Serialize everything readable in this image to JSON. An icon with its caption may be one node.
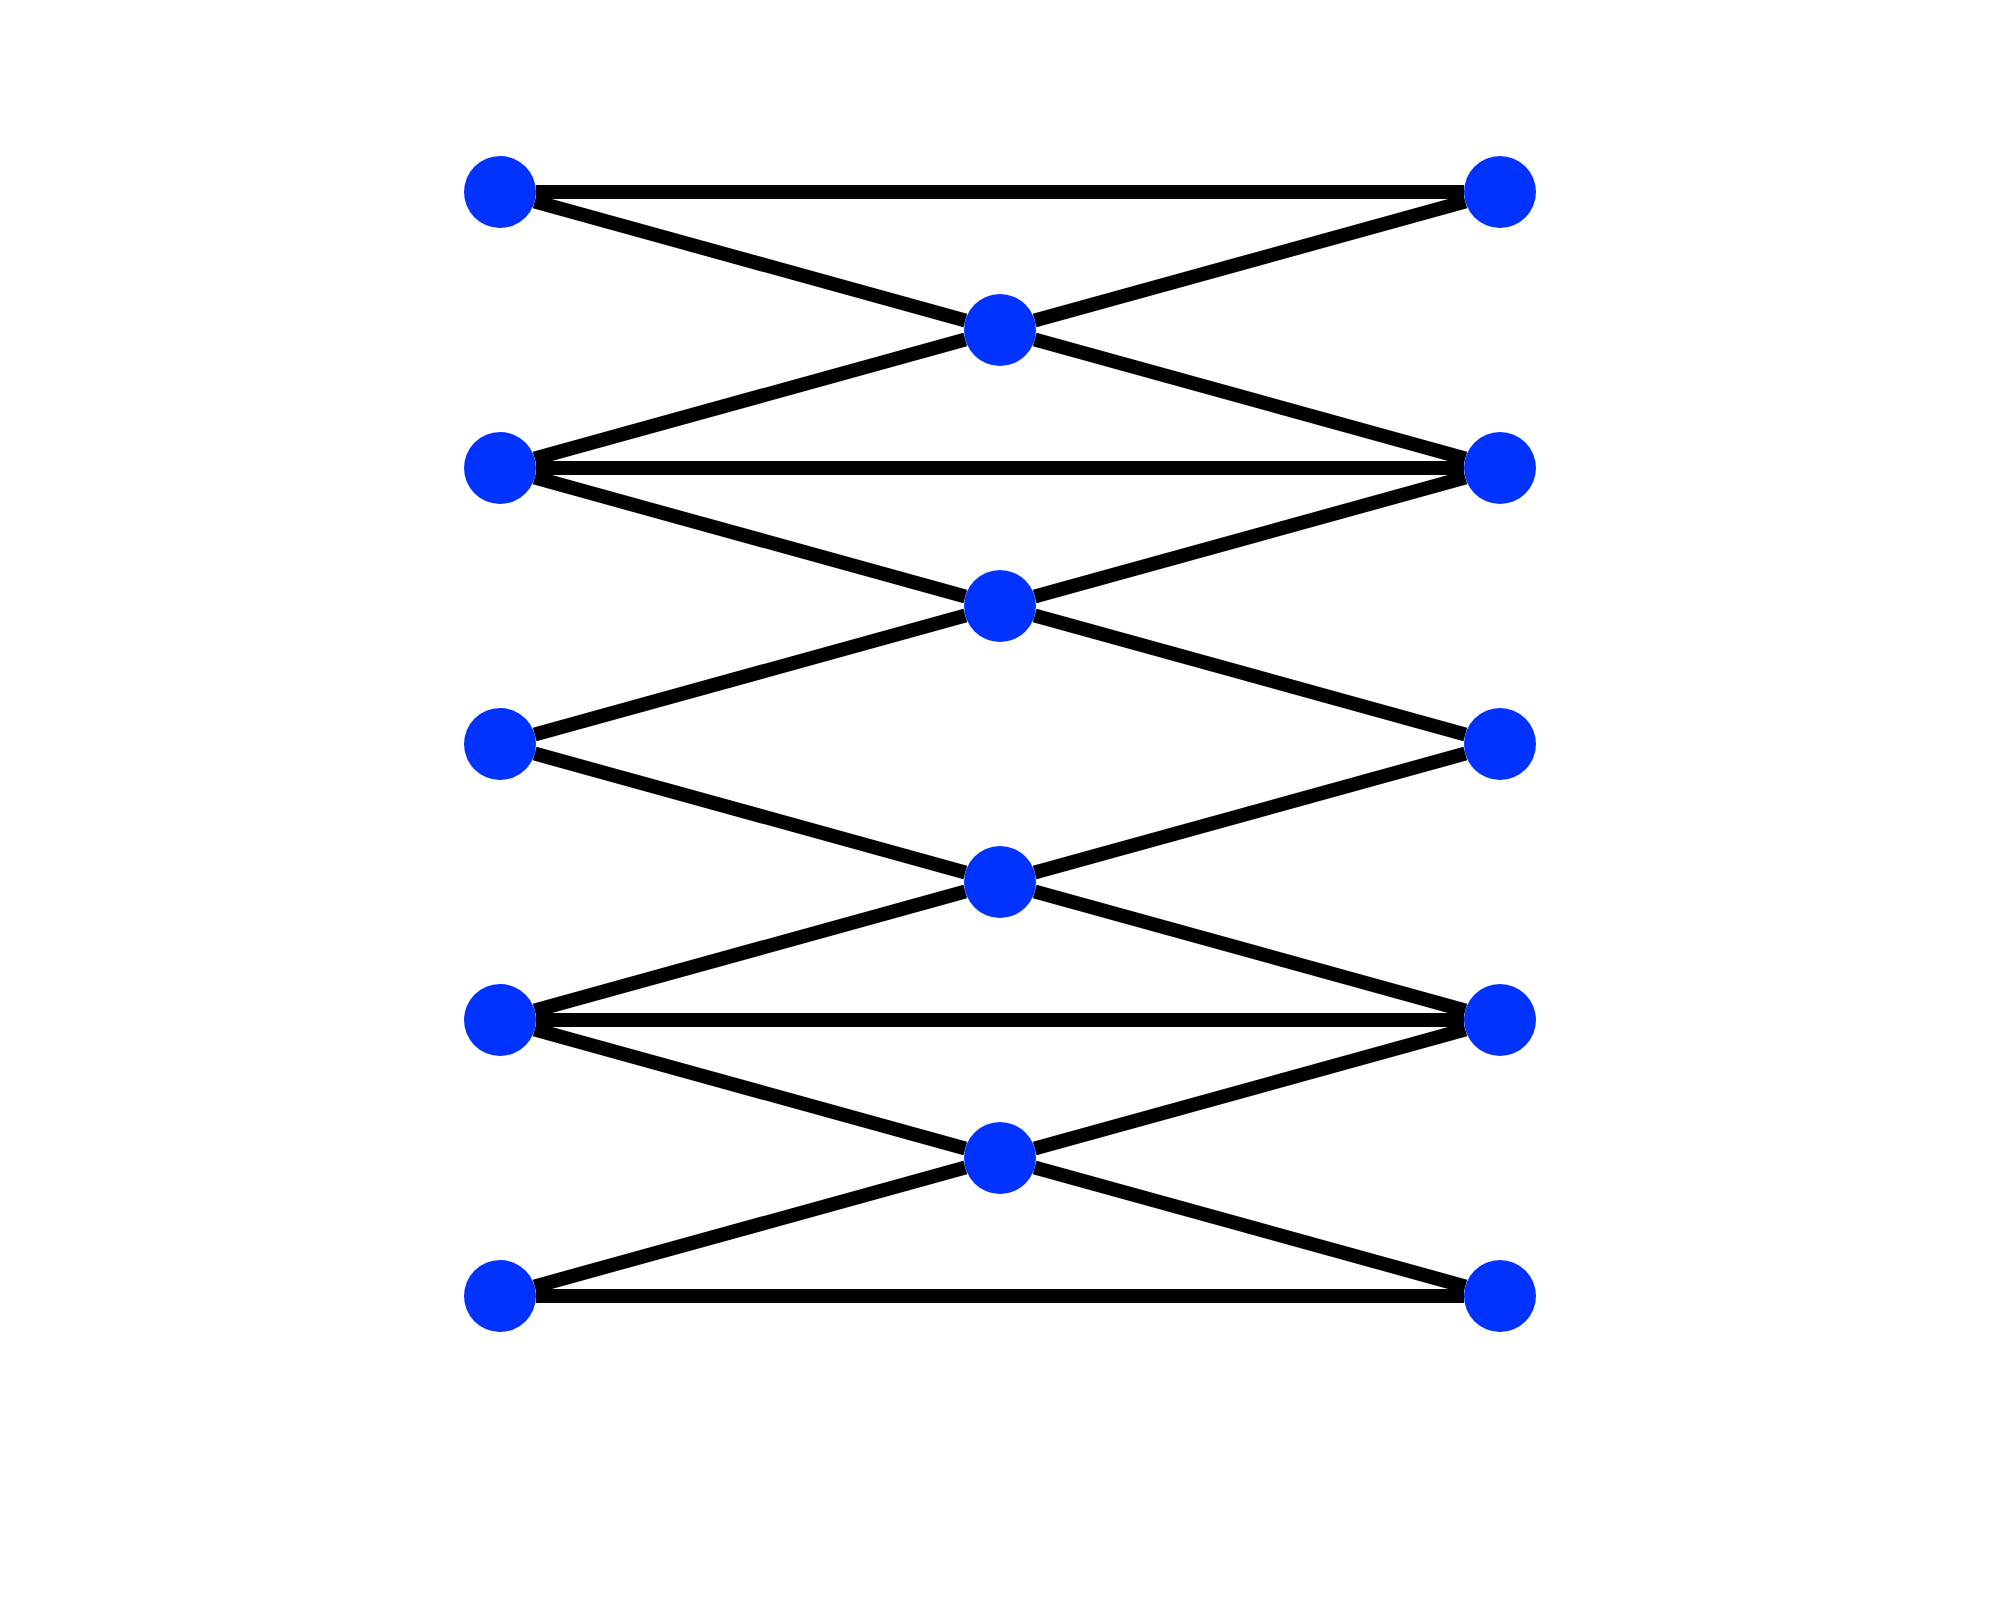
{
  "diagram": {
    "nodes": [
      {
        "text": [],
        "shape": "circle"
      },
      {
        "text": [],
        "shape": "circle"
      },
      {
        "text": [],
        "shape": "circle"
      },
      {
        "text": [],
        "shape": "circle"
      },
      {
        "text": [],
        "shape": "circle"
      },
      {
        "text": [],
        "shape": "circle"
      },
      {
        "text": [],
        "shape": "circle"
      },
      {
        "text": [],
        "shape": "circle"
      },
      {
        "text": [],
        "shape": "circle"
      },
      {
        "text": [],
        "shape": "circle"
      },
      {
        "text": [],
        "shape": "circle"
      },
      {
        "text": [],
        "shape": "circle"
      },
      {
        "text": [],
        "shape": "circle"
      },
      {
        "text": [],
        "shape": "circle"
      }
    ],
    "edges": [
      {
        "from": 0,
        "to": 1,
        "arrow": "none"
      },
      {
        "from": 0,
        "to": 2,
        "arrow": "none"
      },
      {
        "from": 1,
        "to": 2,
        "arrow": "none"
      },
      {
        "from": 2,
        "to": 3,
        "arrow": "none"
      },
      {
        "from": 2,
        "to": 4,
        "arrow": "none"
      },
      {
        "from": 3,
        "to": 4,
        "arrow": "none"
      },
      {
        "from": 3,
        "to": 5,
        "arrow": "none"
      },
      {
        "from": 4,
        "to": 5,
        "arrow": "none"
      },
      {
        "from": 5,
        "to": 6,
        "arrow": "none"
      },
      {
        "from": 5,
        "to": 7,
        "arrow": "none"
      },
      {
        "from": 6,
        "to": 8,
        "arrow": "none"
      },
      {
        "from": 7,
        "to": 8,
        "arrow": "none"
      },
      {
        "from": 8,
        "to": 9,
        "arrow": "none"
      },
      {
        "from": 8,
        "to": 10,
        "arrow": "none"
      },
      {
        "from": 9,
        "to": 10,
        "arrow": "none"
      },
      {
        "from": 9,
        "to": 11,
        "arrow": "none"
      },
      {
        "from": 10,
        "to": 11,
        "arrow": "none"
      },
      {
        "from": 11,
        "to": 12,
        "arrow": "none"
      },
      {
        "from": 11,
        "to": 13,
        "arrow": "none"
      },
      {
        "from": 12,
        "to": 13,
        "arrow": "none"
      }
    ]
  }
}
